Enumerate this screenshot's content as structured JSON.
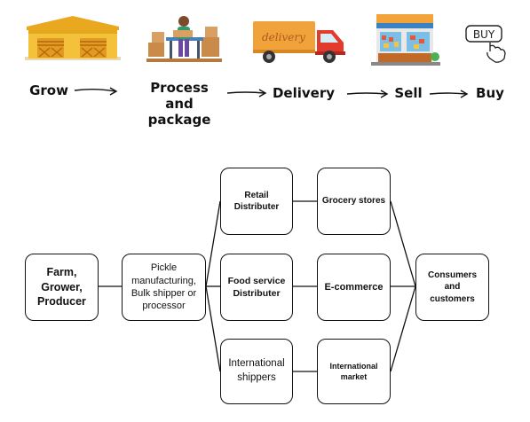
{
  "flow": {
    "steps": [
      {
        "label": "Grow",
        "icon": "warehouse-icon"
      },
      {
        "label": "Process and\npackage",
        "icon": "packaging-worker-icon"
      },
      {
        "label": "Delivery",
        "icon": "delivery-truck-icon"
      },
      {
        "label": "Sell",
        "icon": "storefront-icon"
      },
      {
        "label": "Buy",
        "icon": "buy-hand-icon"
      }
    ],
    "buy_icon_text": "BUY",
    "truck_text": "delivery"
  },
  "diagram": {
    "farm": "Farm,\nGrower,\nProducer",
    "processor": "Pickle\nmanufacturing,\nBulk shipper or\nprocessor",
    "retail_distributer": "Retail\nDistributer",
    "food_service_distributer": "Food service\nDistributer",
    "international_shippers": "International\nshippers",
    "grocery_stores": "Grocery stores",
    "e_commerce": "E-commerce",
    "international_market": "International\nmarket",
    "consumers": "Consumers and\ncustomers"
  },
  "colors": {
    "warehouse": "#f3c13a",
    "warehouse_roof": "#e9a820",
    "truck_cargo": "#f0a33a",
    "truck_cab": "#e23b2e",
    "line": "#111111"
  }
}
